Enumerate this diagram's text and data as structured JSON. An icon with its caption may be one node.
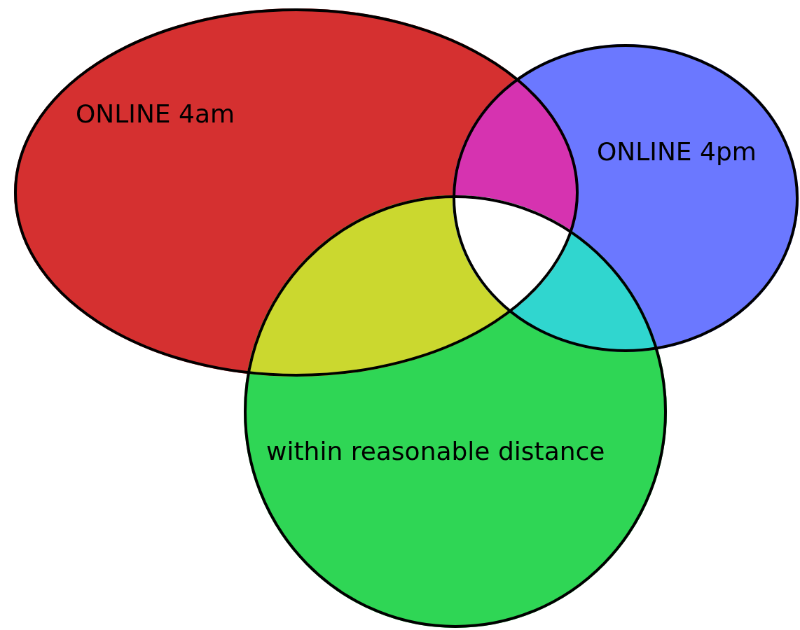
{
  "diagram": {
    "nodes": [
      {
        "text": [
          "ONLINE 4am"
        ]
      },
      {
        "text": [
          "ONLINE 4pm"
        ]
      },
      {
        "text": [
          "within reasonable distance"
        ]
      }
    ]
  }
}
